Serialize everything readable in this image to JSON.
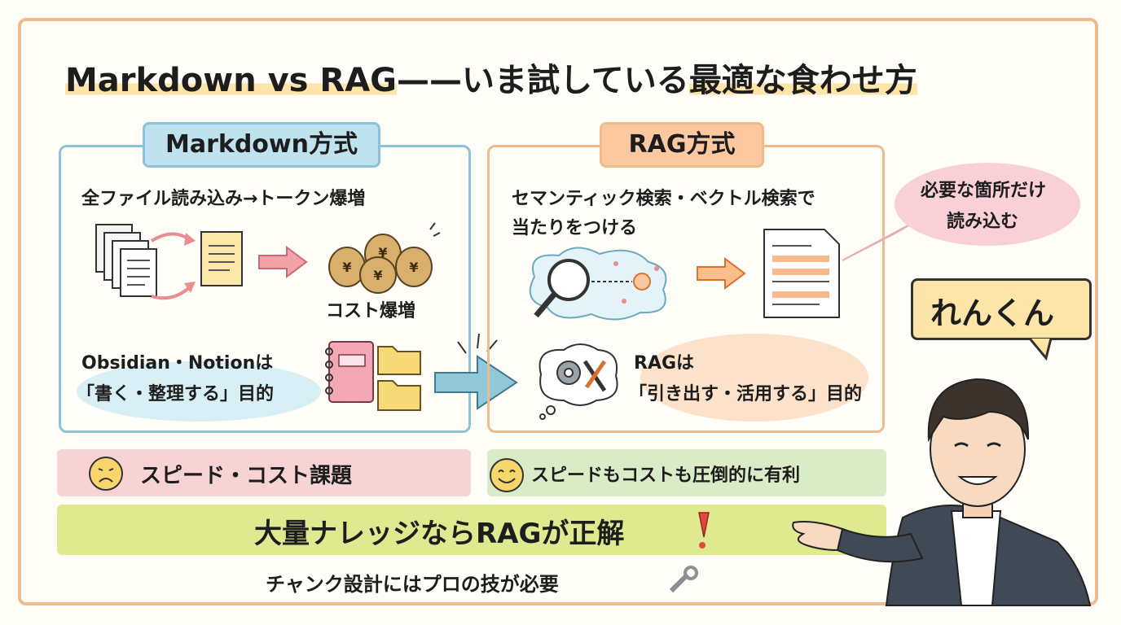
{
  "title": {
    "part1": "Markdown vs RAG",
    "part2": "——いま試している",
    "part3": "最適な食わせ方"
  },
  "markdown": {
    "header": "Markdown方式",
    "line1": "全ファイル読み込み→トークン爆増",
    "cost_label": "コスト爆増",
    "purpose_line1": "Obsidian・Notionは",
    "purpose_line2": "「書く・整理する」目的",
    "result": "スピード・コスト課題"
  },
  "rag": {
    "header": "RAG方式",
    "line1": "セマンティック検索・ベクトル検索で",
    "line2": "当たりをつける",
    "callout_line1": "必要な箇所だけ",
    "callout_line2": "読み込む",
    "purpose_line1": "RAGは",
    "purpose_line2": "「引き出す・活用する」目的",
    "result": "スピードもコストも圧倒的に有利"
  },
  "conclusion": {
    "main": "大量ナレッジならRAGが正解",
    "sub": "チャンク設計にはプロの技が必要"
  },
  "character": {
    "name": "れんくん"
  },
  "icons": {
    "documents": "document-stack-icon",
    "money": "money-bag-icon",
    "notebook": "notebook-icon",
    "folder": "folder-icon",
    "magnifier": "magnifier-icon",
    "gears": "gears-wrench-icon",
    "sad": "sad-face-icon",
    "smile": "smile-face-icon",
    "wrench": "wrench-icon",
    "exclamation": "exclamation-icon"
  },
  "colors": {
    "frame": "#efbb8c",
    "markdown_panel": "#8dc3d8",
    "rag_panel": "#efbb8c",
    "bad_bar": "#f7d3d3",
    "good_bar": "#d9ecc7",
    "conclusion_bar": "#dfe98f"
  }
}
